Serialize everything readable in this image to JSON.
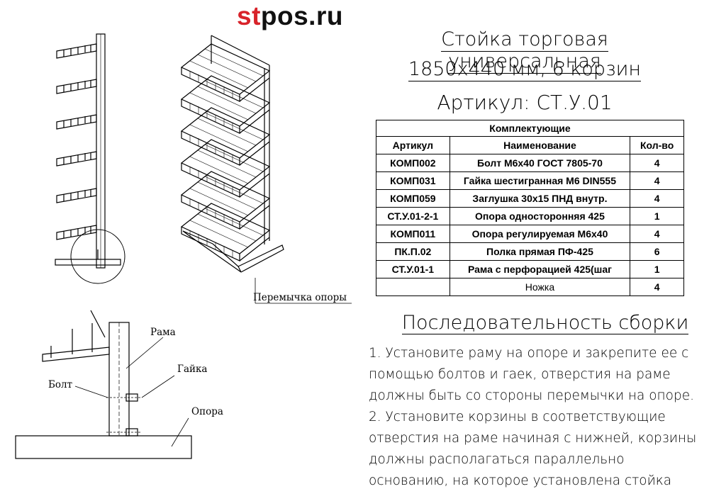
{
  "logo": {
    "red": "st",
    "black": "pos.ru"
  },
  "title": {
    "line1": "Стойка торговая универсальная",
    "line2": "1850х440 мм, 6 корзин",
    "article": "Артикул: СТ.У.01"
  },
  "table": {
    "caption": "Комплектующие",
    "headers": [
      "Артикул",
      "Наименование",
      "Кол-во"
    ],
    "rows": [
      [
        "КОМП002",
        "Болт М6х40 ГОСТ 7805-70",
        "4"
      ],
      [
        "КОМП031",
        "Гайка шестигранная М6 DIN555",
        "4"
      ],
      [
        "КОМП059",
        "Заглушка 30х15 ПНД внутр.",
        "4"
      ],
      [
        "СТ.У.01-2-1",
        "Опора односторонняя 425",
        "1"
      ],
      [
        "КОМП011",
        "Опора регулируемая М6х40",
        "4"
      ],
      [
        "ПК.П.02",
        "Полка прямая ПФ-425",
        "6"
      ],
      [
        "СТ.У.01-1",
        "Рама с перфорацией 425(шаг",
        "1"
      ],
      [
        "",
        "Ножка",
        "4"
      ]
    ]
  },
  "assembly": {
    "title": "Последовательность сборки",
    "steps": [
      "1. Установите раму на опоре и закрепите ее с",
      "помощью болтов и гаек, отверстия на раме",
      "должны быть со стороны перемычки на опоре.",
      "2. Установите корзины в соответствующие",
      "отверстия на раме начиная с нижней, корзины",
      "должны располагаться параллельно",
      "основанию, на которое установлена стойка"
    ]
  },
  "labels": {
    "crossbar": "Перемычка опоры",
    "frame": "Рама",
    "nut": "Гайка",
    "bolt": "Болт",
    "support": "Опора"
  }
}
